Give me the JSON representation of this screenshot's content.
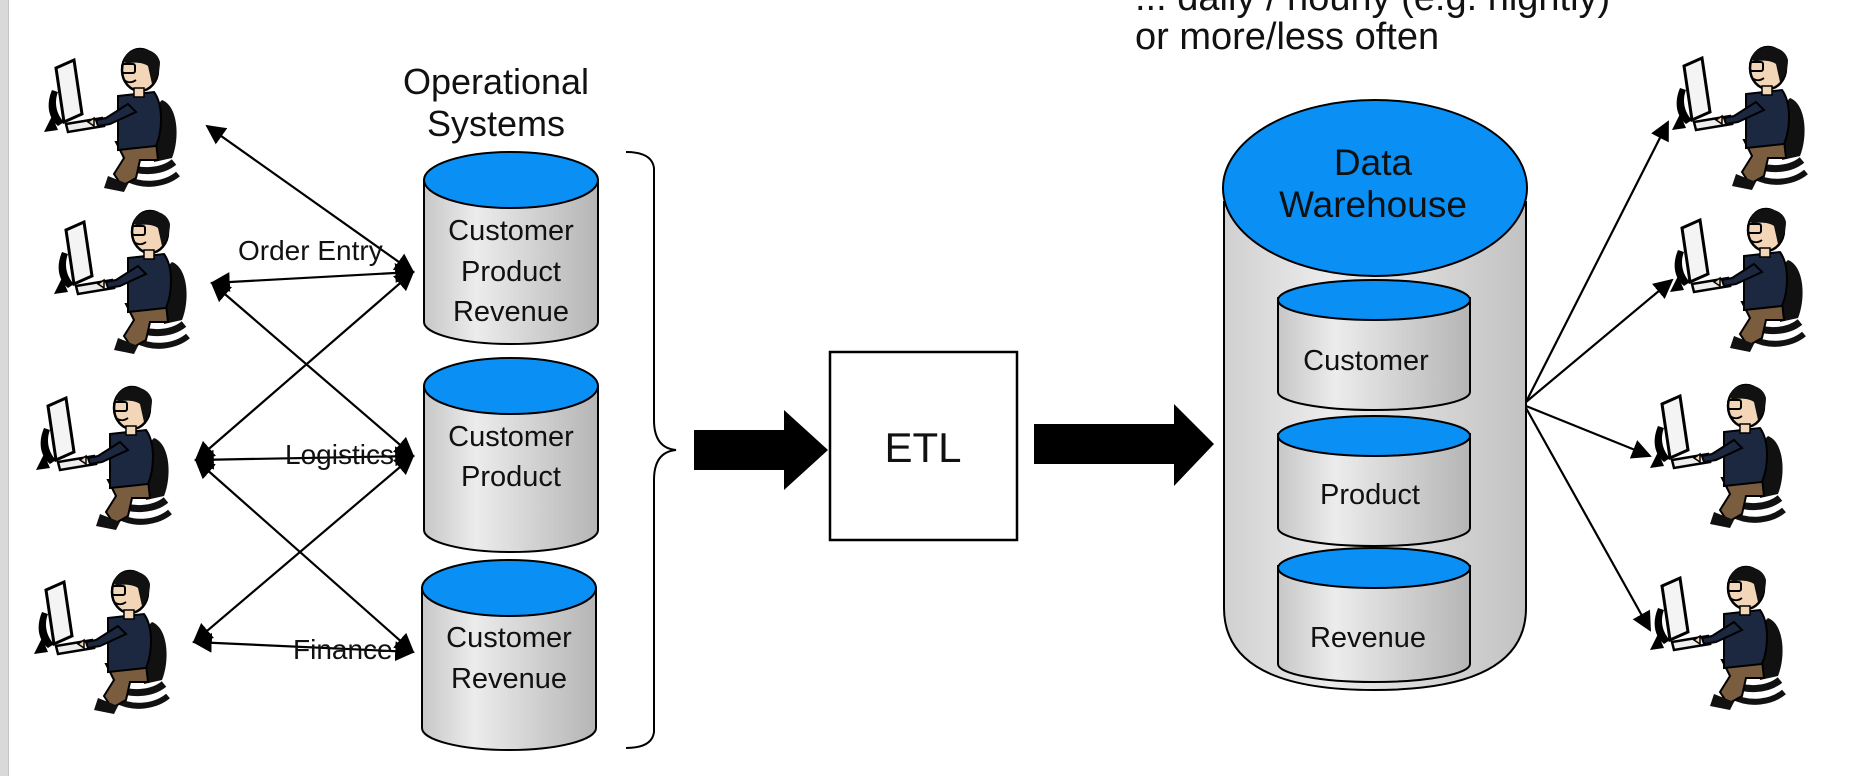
{
  "header": {
    "caption_line_1": "... daily / hourly (e.g. nightly)",
    "caption_line_2": "or more/less often"
  },
  "operational": {
    "title_line_1": "Operational",
    "title_line_2": "Systems",
    "databases": [
      {
        "lines": [
          "Customer",
          "Product",
          "Revenue"
        ]
      },
      {
        "lines": [
          "Customer",
          "Product"
        ]
      },
      {
        "lines": [
          "Customer",
          "Revenue"
        ]
      }
    ]
  },
  "applications": {
    "order_entry": "Order Entry",
    "logistics": "Logistics",
    "finance": "Finance"
  },
  "etl": {
    "label": "ETL"
  },
  "warehouse": {
    "title_line_1": "Data",
    "title_line_2": "Warehouse",
    "tables": [
      "Customer",
      "Product",
      "Revenue"
    ]
  },
  "colors": {
    "cylinder_top": "#0a8ff5",
    "cylinder_body": "#d6d6d6",
    "arrow": "#000000",
    "shirt": "#1c2740",
    "pants": "#7a5c3e"
  }
}
